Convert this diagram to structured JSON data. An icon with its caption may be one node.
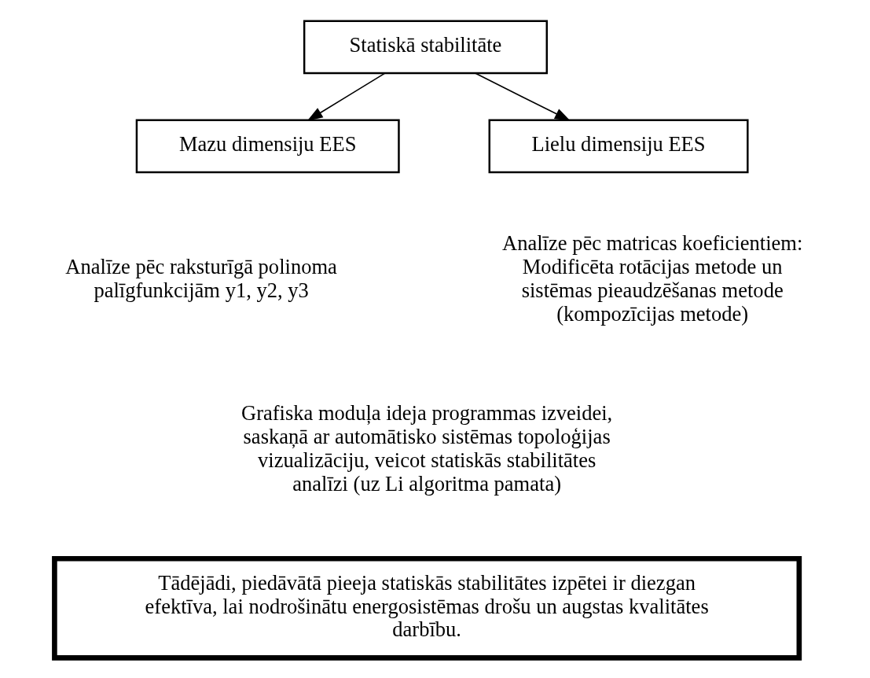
{
  "diagram": {
    "nodes": [
      {
        "text": [
          "Statiskā stabilitāte"
        ]
      },
      {
        "text": [
          "Mazu dimensiju EES"
        ]
      },
      {
        "text": [
          "Lielu dimensiju EES"
        ]
      },
      {
        "text": [
          "Tādējādi, piedāvātā pieeja statiskās stabilitātes izpētei ir diezgan efektīva, lai nodrošinātu energosistēmas drošu un augstas kvalitātes darbību."
        ]
      }
    ],
    "edges": [
      {
        "from": 0,
        "to": 1,
        "arrow": "to"
      },
      {
        "from": 0,
        "to": 2,
        "arrow": "to"
      }
    ],
    "labels": [
      "Analīze pēc raksturīgā polinoma palīgfunkcijām y1, y2, y3",
      "Analīze pēc matricas koeficientiem: Modificēta rotācijas metode un sistēmas pieaudzēšanas metode (kompozīcijas metode)",
      "Grafiska moduļa ideja programmas izveidei, saskaņā ar automātisko sistēmas topoloģijas vizualizāciju, veicot statiskās stabilitātes analīzi (uz Li algoritma pamata)"
    ]
  }
}
